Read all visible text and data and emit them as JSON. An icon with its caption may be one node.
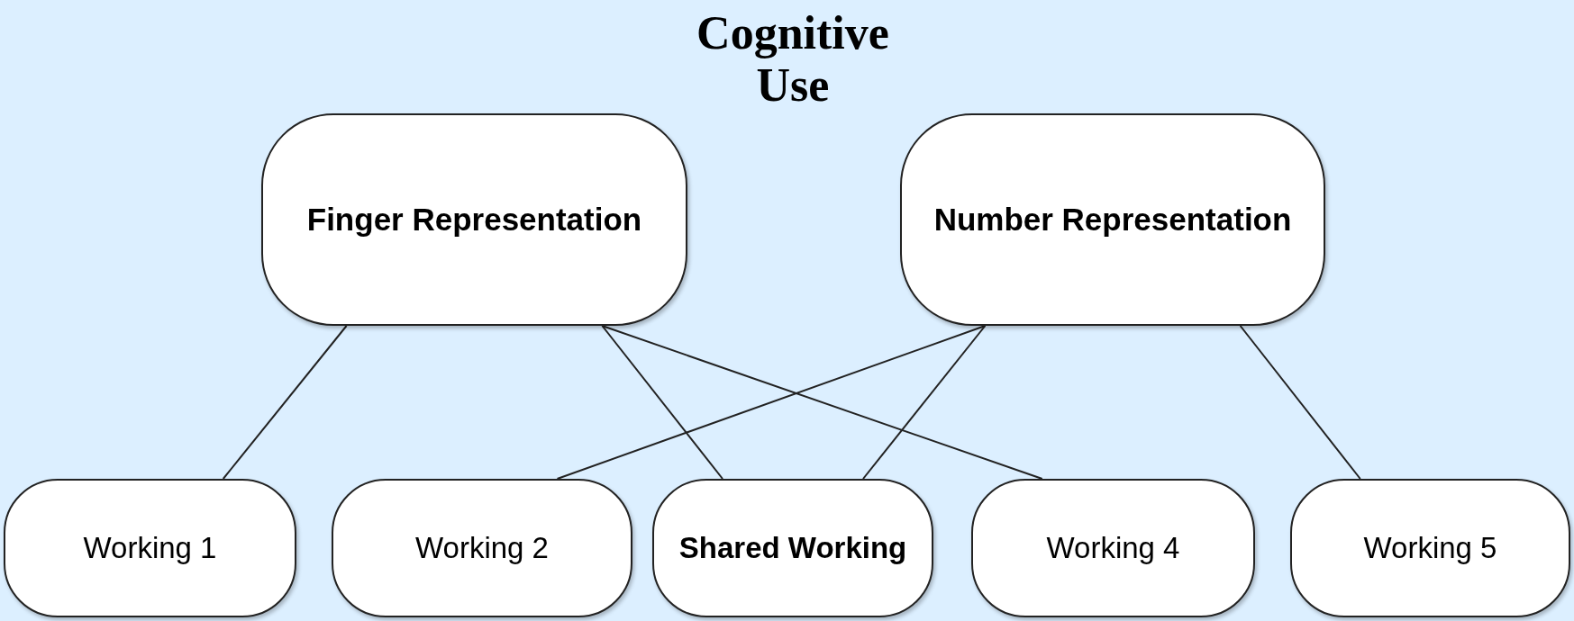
{
  "diagram": {
    "title": "Cognitive Use",
    "nodes": [
      {
        "text": [
          "Finger Representation"
        ]
      },
      {
        "text": [
          "Number Representation"
        ]
      },
      {
        "text": [
          "Working 1"
        ]
      },
      {
        "text": [
          "Working 2"
        ]
      },
      {
        "text": [
          "Shared Working"
        ]
      },
      {
        "text": [
          "Working 4"
        ]
      },
      {
        "text": [
          "Working 5"
        ]
      }
    ],
    "edges": [
      {
        "from": 0,
        "to": 2,
        "arrow": "none"
      },
      {
        "from": 0,
        "to": 4,
        "arrow": "none"
      },
      {
        "from": 0,
        "to": 5,
        "arrow": "none"
      },
      {
        "from": 1,
        "to": 3,
        "arrow": "none"
      },
      {
        "from": 1,
        "to": 4,
        "arrow": "none"
      },
      {
        "from": 1,
        "to": 6,
        "arrow": "none"
      }
    ]
  }
}
